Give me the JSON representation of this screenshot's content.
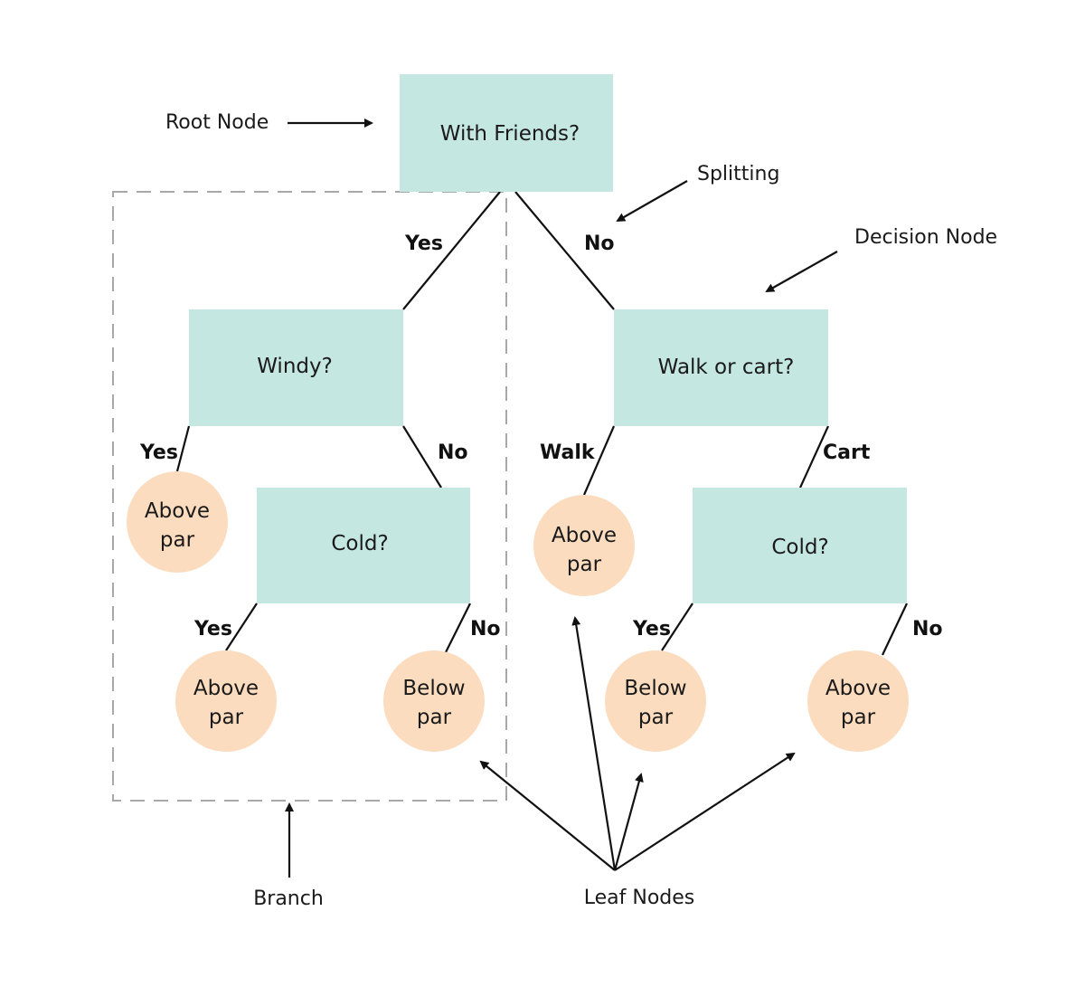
{
  "colors": {
    "decision_fill": "#c5e7e2",
    "leaf_fill": "#fcdcbf",
    "line": "#111111",
    "branch_border": "#a8a8a8"
  },
  "nodes": {
    "root": "With Friends?",
    "windy": "Windy?",
    "cold_left": "Cold?",
    "walk_or_cart": "Walk or cart?",
    "cold_right": "Cold?"
  },
  "leaves": {
    "windy_yes": [
      "Above",
      "par"
    ],
    "cold_left_yes": [
      "Above",
      "par"
    ],
    "cold_left_no": [
      "Below",
      "par"
    ],
    "walk": [
      "Above",
      "par"
    ],
    "cold_right_yes": [
      "Below",
      "par"
    ],
    "cold_right_no": [
      "Above",
      "par"
    ]
  },
  "edge_labels": {
    "root_yes": "Yes",
    "root_no": "No",
    "windy_yes": "Yes",
    "windy_no": "No",
    "cold_left_yes": "Yes",
    "cold_left_no": "No",
    "walk": "Walk",
    "cart": "Cart",
    "cold_right_yes": "Yes",
    "cold_right_no": "No"
  },
  "annotations": {
    "root_node": "Root Node",
    "splitting": "Splitting",
    "decision_node": "Decision Node",
    "branch": "Branch",
    "leaf_nodes": "Leaf Nodes"
  }
}
